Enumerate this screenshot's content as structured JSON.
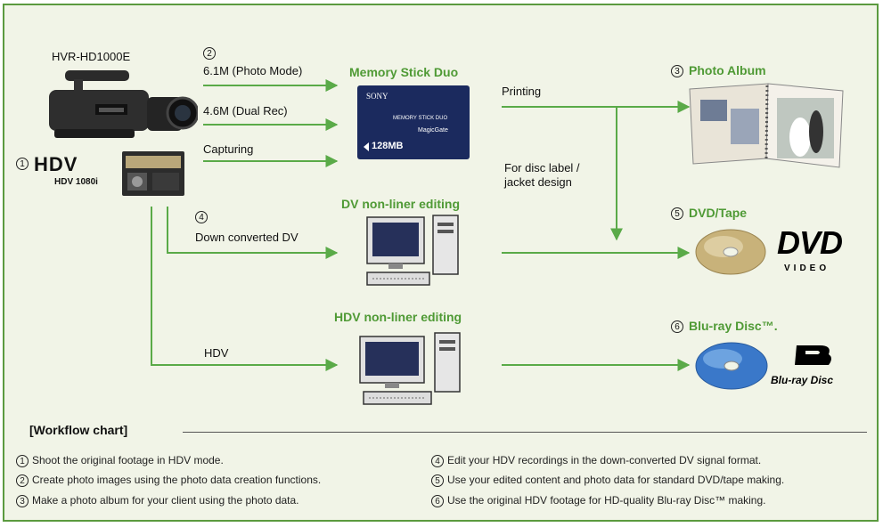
{
  "camera": {
    "model": "HVR-HD1000E",
    "num": "1",
    "hdv_logo": "HDV",
    "hdv_sub": "HDV 1080i"
  },
  "paths": {
    "photo_mode": {
      "num": "2",
      "label": "6.1M (Photo Mode)"
    },
    "dual_rec": {
      "label": "4.6M (Dual Rec)"
    },
    "capturing": {
      "label": "Capturing"
    },
    "down_converted": {
      "num": "4",
      "label": "Down converted DV"
    },
    "hdv": {
      "label": "HDV"
    },
    "printing": {
      "label": "Printing"
    },
    "disc_label": {
      "line1": "For disc label /",
      "line2": "jacket design"
    }
  },
  "nodes": {
    "memory_stick": {
      "title": "Memory Stick Duo",
      "brand": "SONY",
      "product": "MEMORY STICK DUO",
      "magicgate": "MagicGate",
      "capacity": "128MB"
    },
    "dv_editing": {
      "title": "DV non-liner editing"
    },
    "hdv_editing": {
      "title": "HDV non-liner editing"
    },
    "photo_album": {
      "num": "3",
      "title": "Photo Album"
    },
    "dvd_tape": {
      "num": "5",
      "title": "DVD/Tape",
      "logo_top": "DVD",
      "logo_bottom": "VIDEO"
    },
    "bluray": {
      "num": "6",
      "title": "Blu-ray Disc™.",
      "logo": "Blu-ray Disc"
    }
  },
  "workflow": {
    "title": "[Workflow chart]",
    "notes": [
      {
        "num": "1",
        "text": "Shoot the original footage in HDV mode."
      },
      {
        "num": "2",
        "text": "Create photo images using the photo data creation functions."
      },
      {
        "num": "3",
        "text": "Make a photo album for your client using the photo data."
      },
      {
        "num": "4",
        "text": "Edit your HDV recordings in the down-converted DV signal format."
      },
      {
        "num": "5",
        "text": "Use your edited content and photo data for standard DVD/tape making."
      },
      {
        "num": "6",
        "text": "Use the original HDV footage for HD-quality Blu-ray Disc™ making."
      }
    ]
  },
  "colors": {
    "accent": "#4f9a35",
    "background": "#f1f4e7",
    "line": "#5aaa48"
  }
}
